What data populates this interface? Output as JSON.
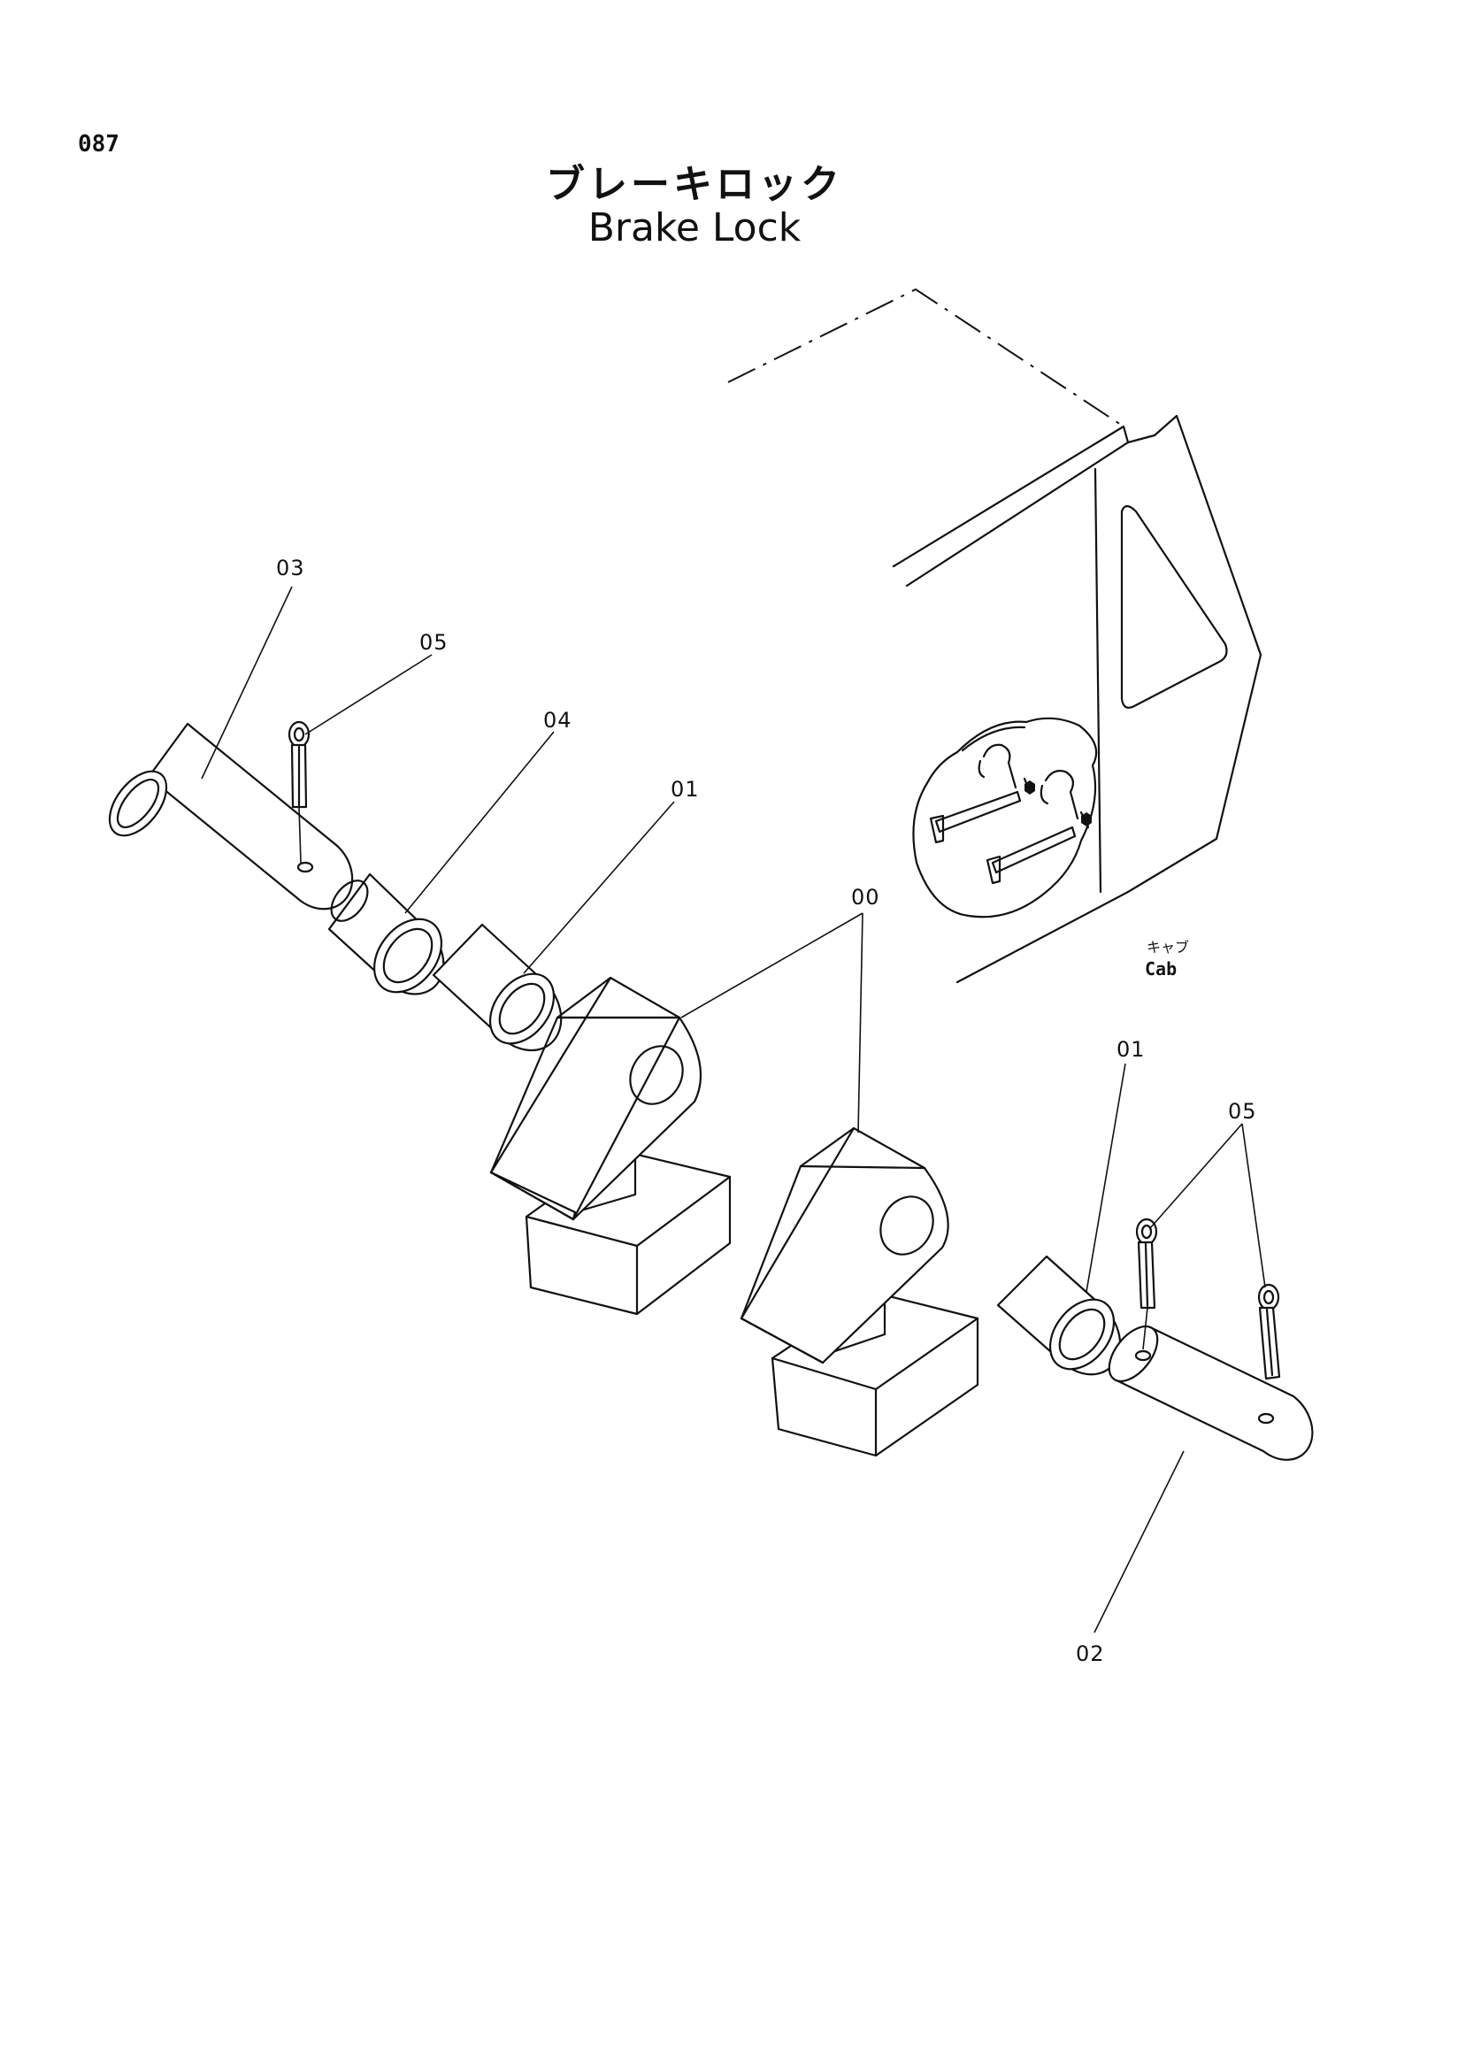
{
  "page_number": "087",
  "title": {
    "japanese": "ブレーキロック",
    "english": "Brake Lock"
  },
  "cab_label": {
    "japanese": "キャブ",
    "english": "Cab"
  },
  "callouts": {
    "part_03": "03",
    "part_05_top": "05",
    "part_04": "04",
    "part_01_top": "01",
    "part_00": "00",
    "part_01_right": "01",
    "part_05_right": "05",
    "part_02": "02"
  }
}
